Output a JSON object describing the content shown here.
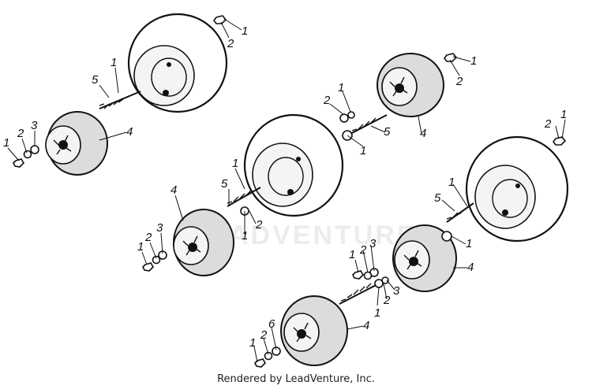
{
  "watermark": "ADVENTURE",
  "footer": "Rendered by LeadVenture, Inc.",
  "callouts": [
    {
      "n": "1"
    },
    {
      "n": "2"
    },
    {
      "n": "3"
    },
    {
      "n": "4"
    },
    {
      "n": "5"
    },
    {
      "n": "6"
    }
  ]
}
